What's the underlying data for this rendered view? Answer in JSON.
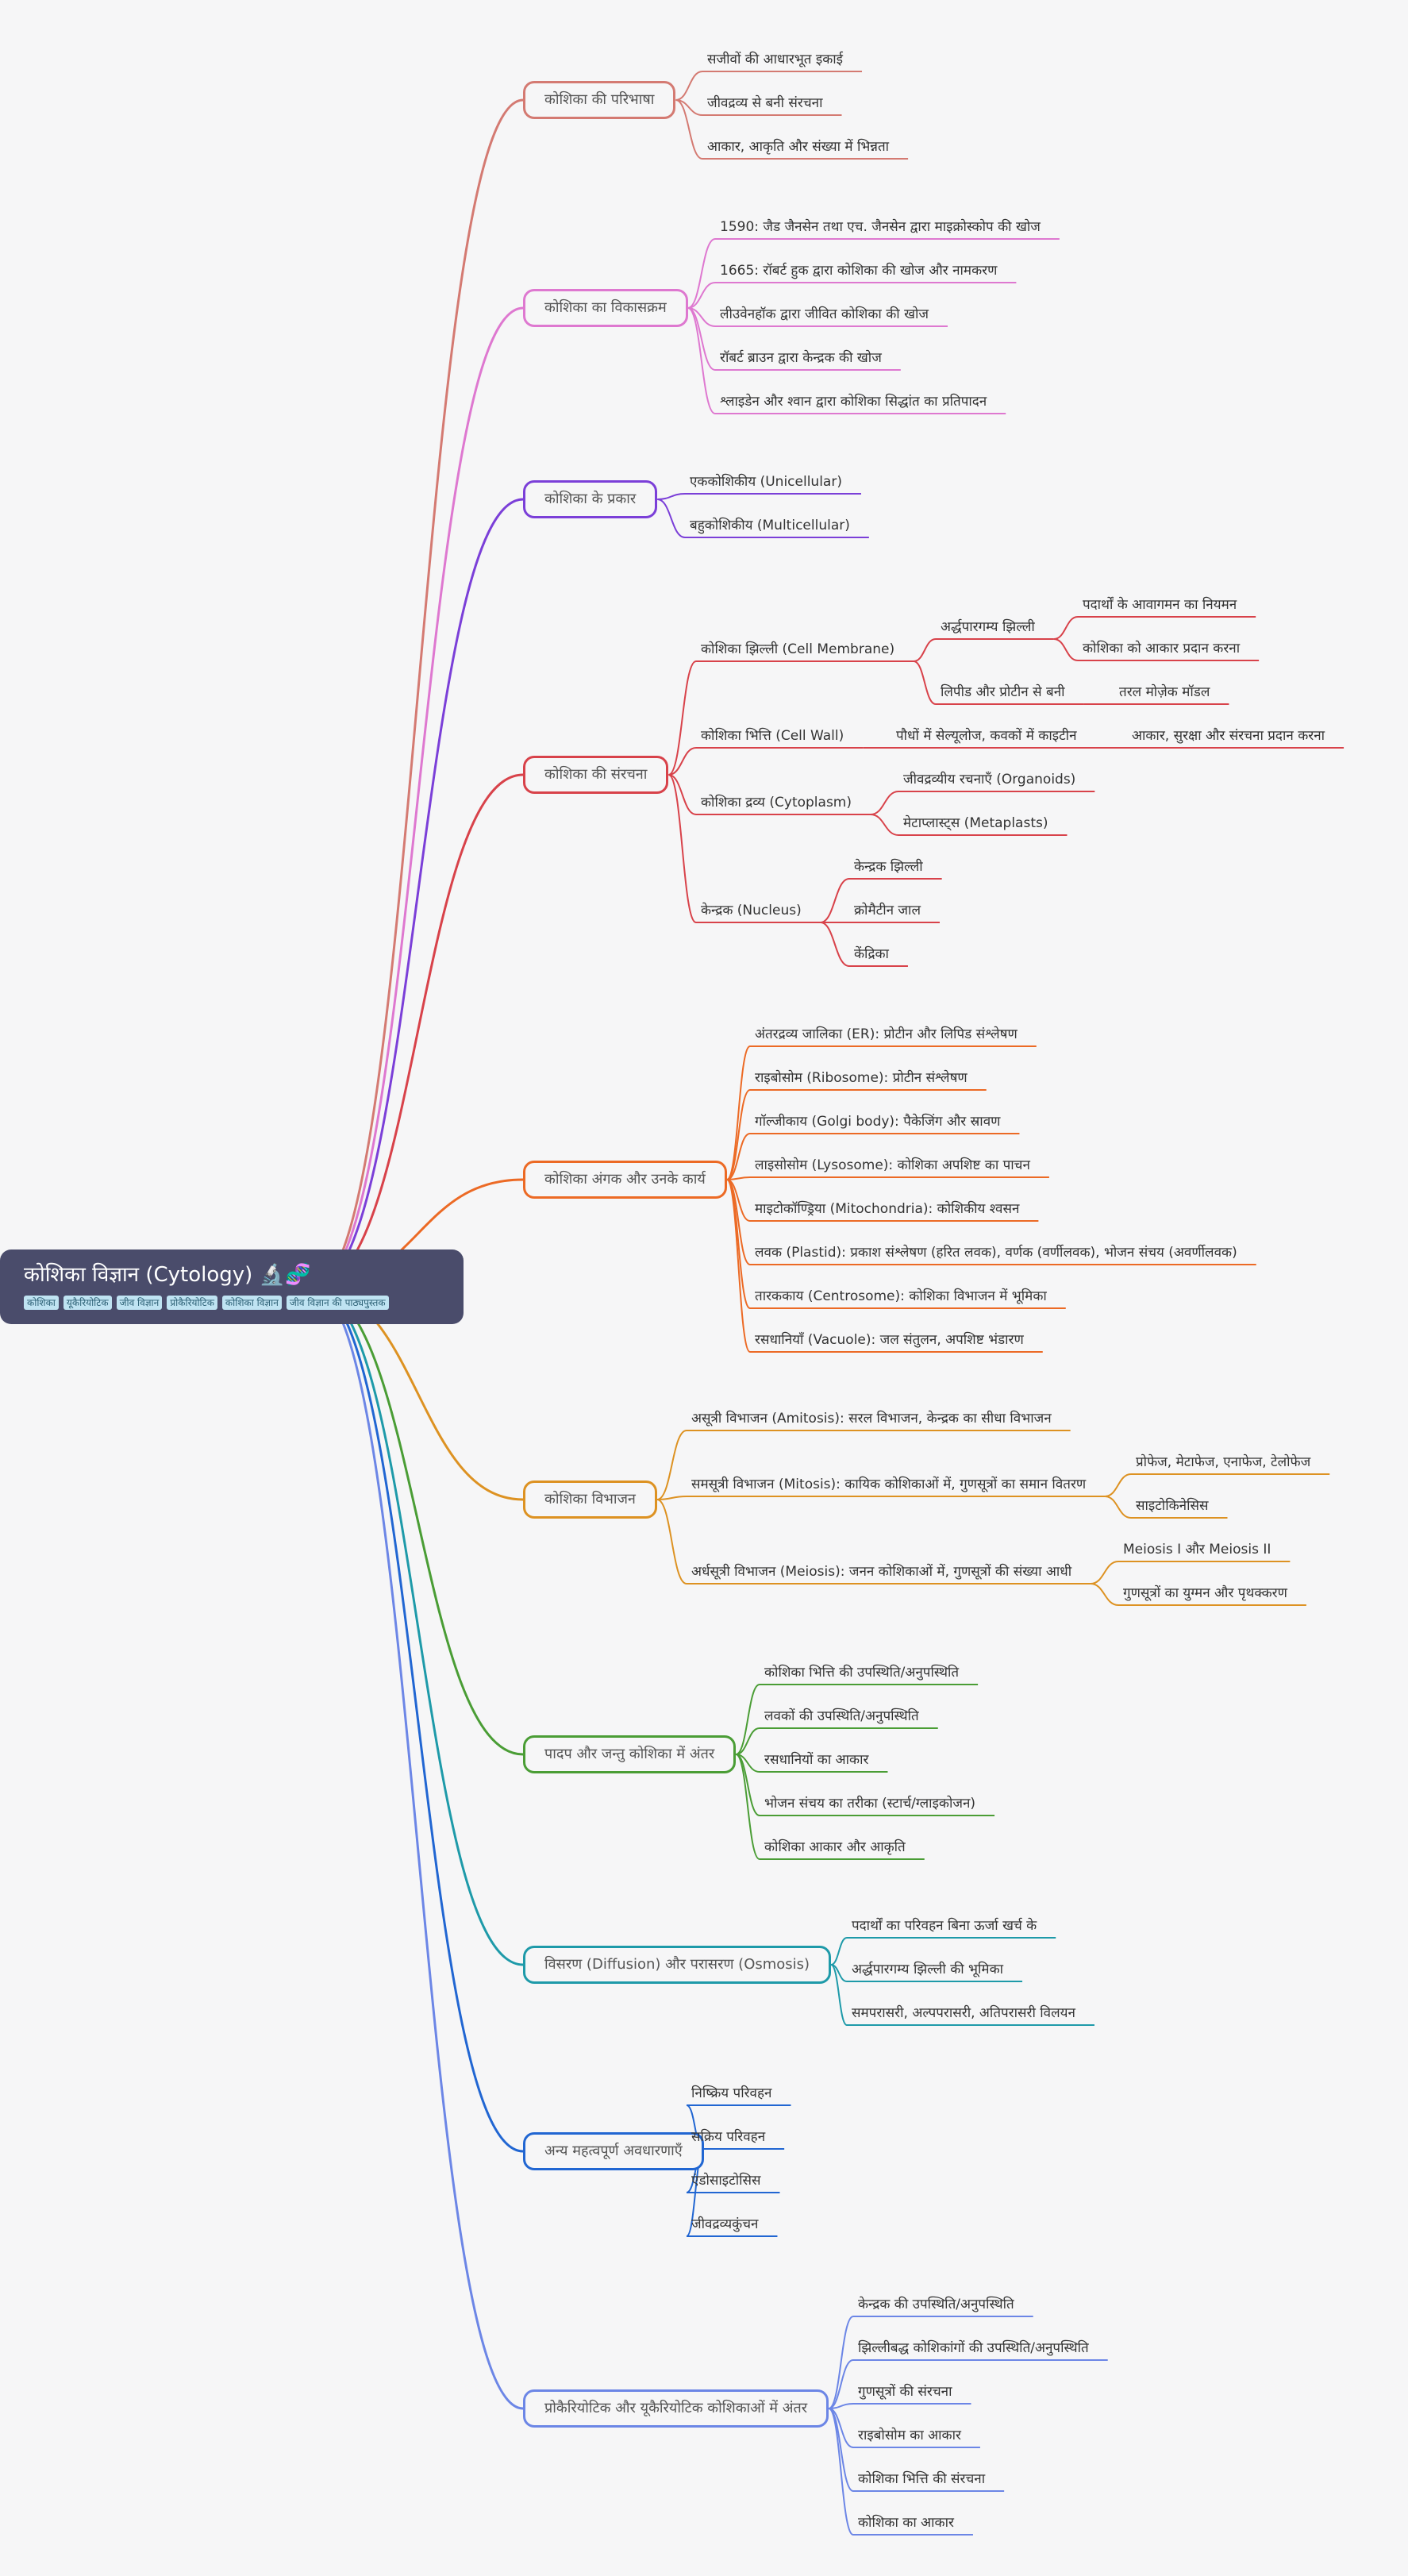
{
  "root": {
    "title": "कोशिका विज्ञान (Cytology) 🔬🧬",
    "tags": [
      "कोशिका",
      "यूकैरियोटिक",
      "जीव विज्ञान",
      "प्रोकैरियोटिक",
      "कोशिका विज्ञान",
      "जीव विज्ञान की पाठ्यपुस्तक"
    ]
  },
  "branches": [
    {
      "label": "कोशिका की परिभाषा",
      "color": "#d47a72",
      "children": [
        {
          "label": "सजीवों की आधारभूत इकाई"
        },
        {
          "label": "जीवद्रव्य से बनी संरचना"
        },
        {
          "label": "आकार, आकृति और संख्या में भिन्नता"
        }
      ]
    },
    {
      "label": "कोशिका का विकासक्रम",
      "color": "#de78d0",
      "children": [
        {
          "label": "1590: जैड जैनसेन तथा एच. जैनसेन द्वारा माइक्रोस्कोप की खोज"
        },
        {
          "label": "1665: रॉबर्ट हुक द्वारा कोशिका की खोज और नामकरण"
        },
        {
          "label": "लीउवेनहॉक द्वारा जीवित कोशिका की खोज"
        },
        {
          "label": "रॉबर्ट ब्राउन द्वारा केन्द्रक की खोज"
        },
        {
          "label": "श्लाइडेन और श्वान द्वारा कोशिका सिद्धांत का प्रतिपादन"
        }
      ]
    },
    {
      "label": "कोशिका के प्रकार",
      "color": "#7b3fd8",
      "children": [
        {
          "label": "एककोशिकीय (Unicellular)"
        },
        {
          "label": "बहुकोशिकीय (Multicellular)"
        }
      ]
    },
    {
      "label": "कोशिका की संरचना",
      "color": "#d8424a",
      "children": [
        {
          "label": "कोशिका झिल्ली (Cell Membrane)",
          "children": [
            {
              "label": "अर्द्धपारगम्य झिल्ली",
              "children": [
                {
                  "label": "पदार्थों के आवागमन का नियमन"
                },
                {
                  "label": "कोशिका को आकार प्रदान करना"
                }
              ]
            },
            {
              "label": "लिपीड और प्रोटीन से बनी",
              "children": [
                {
                  "label": "तरल मोज़ेक मॉडल"
                }
              ]
            }
          ]
        },
        {
          "label": "कोशिका भित्ति (Cell Wall)",
          "children": [
            {
              "label": "पौधों में सेल्यूलोज, कवकों में काइटीन",
              "children": [
                {
                  "label": "आकार, सुरक्षा और संरचना प्रदान करना"
                }
              ]
            }
          ]
        },
        {
          "label": "कोशिका द्रव्य (Cytoplasm)",
          "children": [
            {
              "label": "जीवद्रव्यीय रचनाएँ (Organoids)"
            },
            {
              "label": "मेटाप्लास्ट्स (Metaplasts)"
            }
          ]
        },
        {
          "label": "केन्द्रक (Nucleus)",
          "children": [
            {
              "label": "केन्द्रक झिल्ली"
            },
            {
              "label": "क्रोमैटीन जाल"
            },
            {
              "label": "केंद्रिका"
            }
          ]
        }
      ]
    },
    {
      "label": "कोशिका अंगक और उनके कार्य",
      "color": "#ec6a25",
      "children": [
        {
          "label": "अंतरद्रव्य जालिका (ER): प्रोटीन और लिपिड संश्लेषण"
        },
        {
          "label": "राइबोसोम (Ribosome): प्रोटीन संश्लेषण"
        },
        {
          "label": "गॉल्जीकाय (Golgi body): पैकेजिंग और स्रावण"
        },
        {
          "label": "लाइसोसोम (Lysosome): कोशिका अपशिष्ट का पाचन"
        },
        {
          "label": "माइटोकॉण्ड्रिया (Mitochondria): कोशिकीय श्वसन"
        },
        {
          "label": "लवक (Plastid): प्रकाश संश्लेषण (हरित लवक), वर्णक (वर्णीलवक), भोजन संचय (अवर्णीलवक)"
        },
        {
          "label": "तारककाय (Centrosome): कोशिका विभाजन में भूमिका"
        },
        {
          "label": "रसधानियाँ (Vacuole): जल संतुलन, अपशिष्ट भंडारण"
        }
      ]
    },
    {
      "label": "कोशिका विभाजन",
      "color": "#dd9222",
      "children": [
        {
          "label": "असूत्री विभाजन (Amitosis): सरल विभाजन, केन्द्रक का सीधा विभाजन"
        },
        {
          "label": "समसूत्री विभाजन (Mitosis): कायिक कोशिकाओं में, गुणसूत्रों का समान वितरण",
          "children": [
            {
              "label": "प्रोफेज, मेटाफेज, एनाफेज, टेलोफेज"
            },
            {
              "label": "साइटोकिनेसिस"
            }
          ]
        },
        {
          "label": "अर्धसूत्री विभाजन (Meiosis): जनन कोशिकाओं में, गुणसूत्रों की संख्या आधी",
          "children": [
            {
              "label": "Meiosis I और Meiosis II"
            },
            {
              "label": "गुणसूत्रों का युग्मन और पृथक्करण"
            }
          ]
        }
      ]
    },
    {
      "label": "पादप और जन्तु कोशिका में अंतर",
      "color": "#4a9d35",
      "children": [
        {
          "label": "कोशिका भित्ति की उपस्थिति/अनुपस्थिति"
        },
        {
          "label": "लवकों की उपस्थिति/अनुपस्थिति"
        },
        {
          "label": "रसधानियों का आकार"
        },
        {
          "label": "भोजन संचय का तरीका (स्टार्च/ग्लाइकोजन)"
        },
        {
          "label": "कोशिका आकार और आकृति"
        }
      ]
    },
    {
      "label": "विसरण (Diffusion) और परासरण (Osmosis)",
      "color": "#1e9aa9",
      "children": [
        {
          "label": "पदार्थों का परिवहन बिना ऊर्जा खर्च के"
        },
        {
          "label": "अर्द्धपारगम्य झिल्ली की भूमिका"
        },
        {
          "label": "समपरासरी, अल्पपरासरी, अतिपरासरी विलयन"
        }
      ]
    },
    {
      "label": "अन्य महत्वपूर्ण अवधारणाएँ",
      "color": "#2166d2",
      "children": [
        {
          "label": "निष्क्रिय परिवहन"
        },
        {
          "label": "सक्रिय परिवहन"
        },
        {
          "label": "एंडोसाइटोसिस"
        },
        {
          "label": "जीवद्रव्यकुंचन"
        }
      ]
    },
    {
      "label": "प्रोकैरियोटिक और यूकैरियोटिक कोशिकाओं में अंतर",
      "color": "#6c86e6",
      "children": [
        {
          "label": "केन्द्रक की उपस्थिति/अनुपस्थिति"
        },
        {
          "label": "झिल्लीबद्ध कोशिकांगों की उपस्थिति/अनुपस्थिति"
        },
        {
          "label": "गुणसूत्रों की संरचना"
        },
        {
          "label": "राइबोसोम का आकार"
        },
        {
          "label": "कोशिका भित्ति की संरचना"
        },
        {
          "label": "कोशिका का आकार"
        }
      ]
    }
  ]
}
